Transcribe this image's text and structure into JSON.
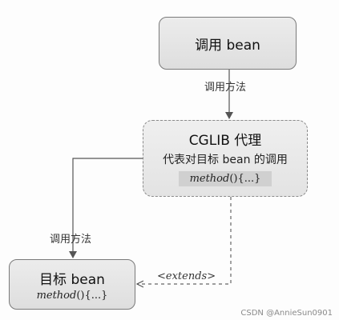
{
  "caller": {
    "title": "调用 bean"
  },
  "proxy": {
    "title": "CGLIB 代理",
    "subtitle": "代表对目标 bean 的调用",
    "method_name": "method",
    "method_suffix": "(){...}"
  },
  "target": {
    "title": "目标 bean",
    "method_name": "method",
    "method_suffix": "(){...}"
  },
  "edges": {
    "caller_to_proxy": "调用方法",
    "proxy_to_target": "调用方法",
    "extends": "<extends>"
  },
  "watermark": "CSDN @AnnieSun0901"
}
